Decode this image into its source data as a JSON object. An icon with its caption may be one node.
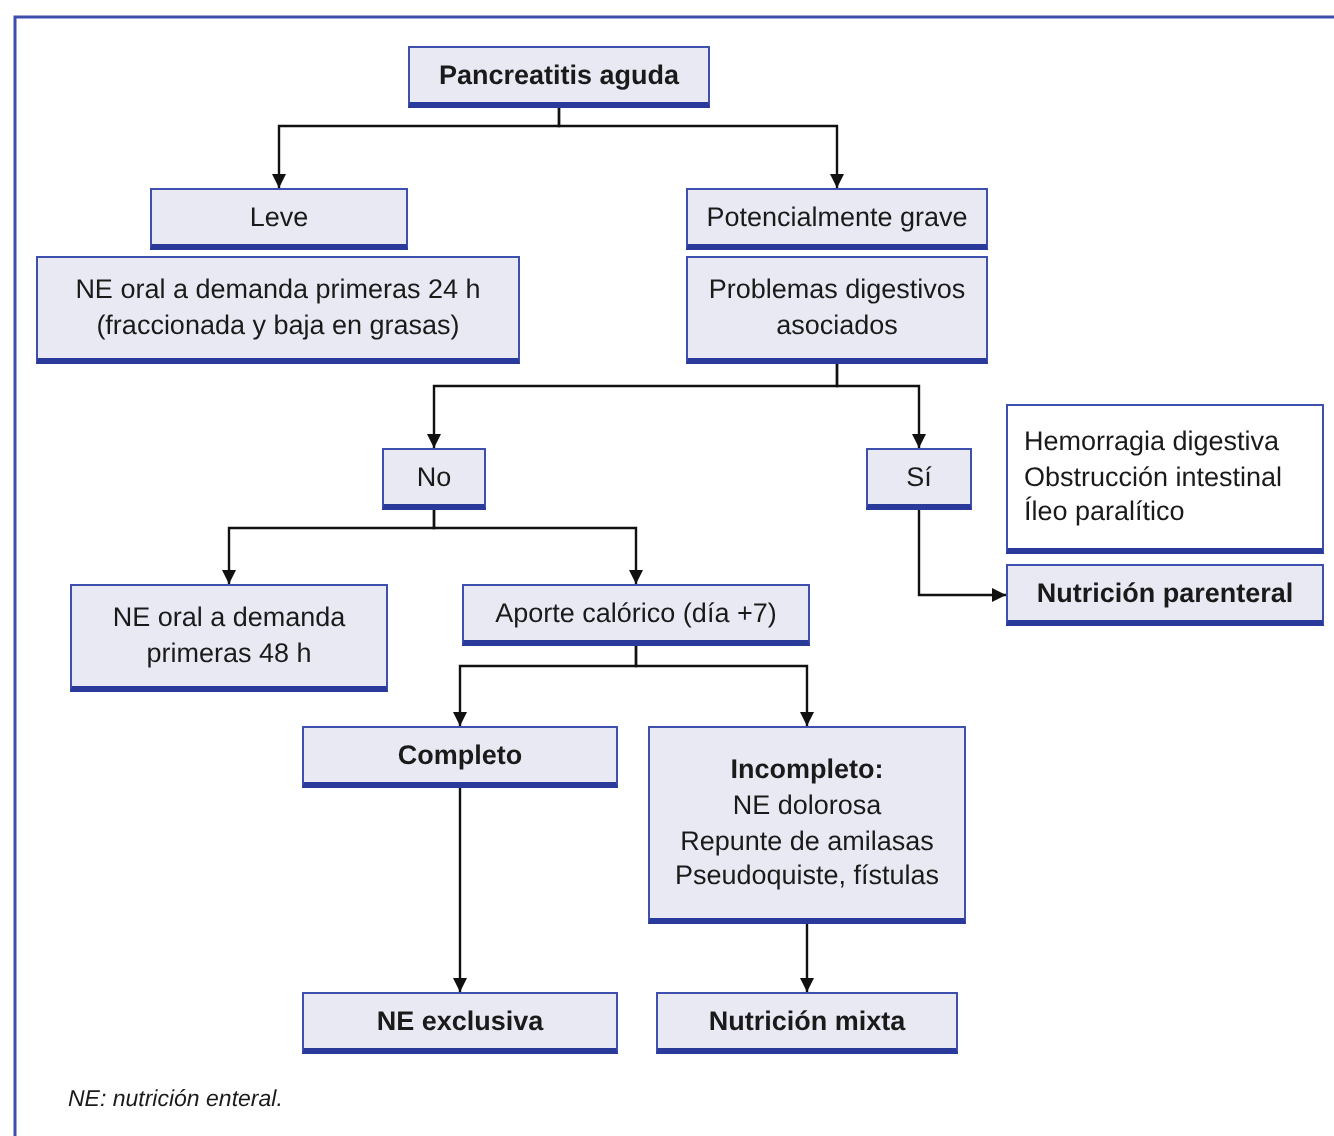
{
  "diagram": {
    "caption": "NE: nutrición enteral.",
    "nodes": [
      {
        "text": [
          "Pancreatitis aguda"
        ]
      },
      {
        "text": [
          "Leve"
        ]
      },
      {
        "text": [
          "NE oral a demanda primeras 24 h (fraccionada y baja en grasas)"
        ]
      },
      {
        "text": [
          "Potencialmente grave"
        ]
      },
      {
        "text": [
          "Problemas digestivos asociados"
        ]
      },
      {
        "text": [
          "No"
        ]
      },
      {
        "text": [
          "Sí"
        ]
      },
      {
        "text": [
          "Hemorragia digestiva",
          "Obstrucción intestinal",
          "Íleo paralítico"
        ]
      },
      {
        "text": [
          "Nutrición parenteral"
        ]
      },
      {
        "text": [
          "NE oral a demanda primeras 48 h"
        ]
      },
      {
        "text": [
          "Aporte calórico (día +7)"
        ]
      },
      {
        "text": [
          "Completo"
        ]
      },
      {
        "text": [
          "Incompleto:",
          "NE dolorosa",
          "Repunte de amilasas",
          "Pseudoquiste, fístulas"
        ]
      },
      {
        "text": [
          "NE exclusiva"
        ]
      },
      {
        "text": [
          "Nutrición mixta"
        ]
      }
    ],
    "edges": [
      {
        "from": 0,
        "to": 1,
        "arrow": "to"
      },
      {
        "from": 0,
        "to": 3,
        "arrow": "to"
      },
      {
        "from": 4,
        "to": 5,
        "arrow": "to"
      },
      {
        "from": 4,
        "to": 6,
        "arrow": "to"
      },
      {
        "from": 5,
        "to": 9,
        "arrow": "to"
      },
      {
        "from": 5,
        "to": 10,
        "arrow": "to"
      },
      {
        "from": 6,
        "to": 8,
        "arrow": "to"
      },
      {
        "from": 10,
        "to": 11,
        "arrow": "to"
      },
      {
        "from": 10,
        "to": 12,
        "arrow": "to"
      },
      {
        "from": 11,
        "to": 13,
        "arrow": "to"
      },
      {
        "from": 12,
        "to": 14,
        "arrow": "to"
      }
    ]
  }
}
